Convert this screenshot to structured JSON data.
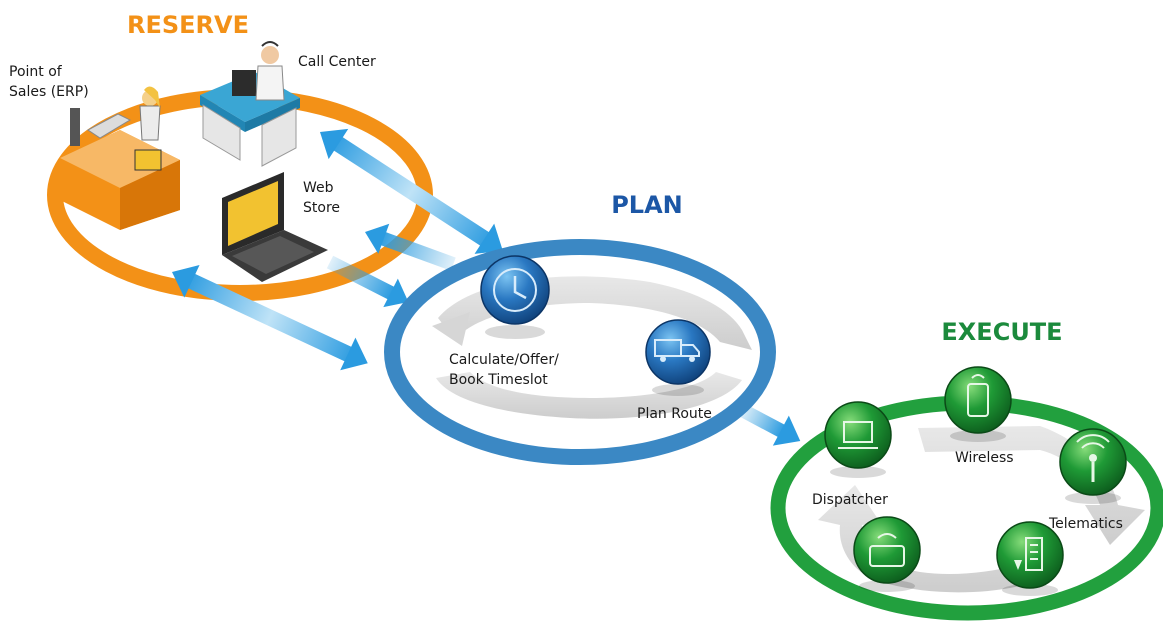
{
  "colors": {
    "reserve": "#f39117",
    "plan": "#1c57a6",
    "plan_ring": "#3b88c4",
    "execute": "#1b8a3c",
    "execute_ring": "#22a03e",
    "arrow": "#3aa0de"
  },
  "sections": {
    "reserve": {
      "title": "RESERVE"
    },
    "plan": {
      "title": "PLAN"
    },
    "execute": {
      "title": "EXECUTE"
    }
  },
  "labels": {
    "point_of_sales": {
      "line1": "Point of",
      "line2": "Sales (ERP)"
    },
    "call_center": "Call Center",
    "web_store": {
      "line1": "Web",
      "line2": "Store"
    },
    "calculate": {
      "line1": "Calculate/Offer/",
      "line2": "Book Timeslot"
    },
    "plan_route": "Plan Route",
    "dispatcher": "Dispatcher",
    "wireless": "Wireless",
    "telematics": "Telematics"
  },
  "icons": {
    "pos": "point-of-sale-counter-icon",
    "call_center": "call-center-agent-icon",
    "web_store": "laptop-icon",
    "calculate": "clock-icon",
    "plan_route": "truck-icon",
    "dispatcher": "computer-icon",
    "wireless": "smartphone-icon",
    "telematics": "antenna-icon",
    "building": "building-icon",
    "tablet": "tablet-icon"
  }
}
